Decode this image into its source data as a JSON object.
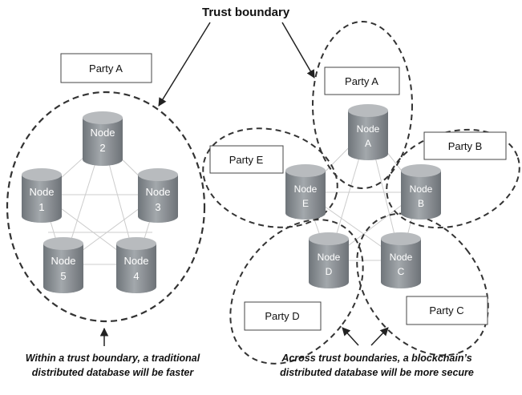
{
  "title": "Trust boundary",
  "left": {
    "party_label": "Party A",
    "nodes": [
      {
        "line1": "Node",
        "line2": "2"
      },
      {
        "line1": "Node",
        "line2": "1"
      },
      {
        "line1": "Node",
        "line2": "3"
      },
      {
        "line1": "Node",
        "line2": "5"
      },
      {
        "line1": "Node",
        "line2": "4"
      }
    ],
    "caption_line1": "Within a trust boundary, a traditional",
    "caption_line2": "distributed  database will be faster"
  },
  "right": {
    "parties": [
      "Party A",
      "Party B",
      "Party C",
      "Party D",
      "Party E"
    ],
    "nodes": [
      {
        "line1": "Node",
        "line2": "A"
      },
      {
        "line1": "Node",
        "line2": "B"
      },
      {
        "line1": "Node",
        "line2": "C"
      },
      {
        "line1": "Node",
        "line2": "D"
      },
      {
        "line1": "Node",
        "line2": "E"
      }
    ],
    "caption_line1": "Across trust boundaries, a blockchain’s",
    "caption_line2": "distributed  database will be more secure"
  },
  "colors": {
    "cylinder_body": "#8c9196",
    "cylinder_top": "#b9bcbf",
    "node_text": "#ffffff",
    "boundary": "#333333",
    "mesh_line": "#c8c8c8"
  }
}
